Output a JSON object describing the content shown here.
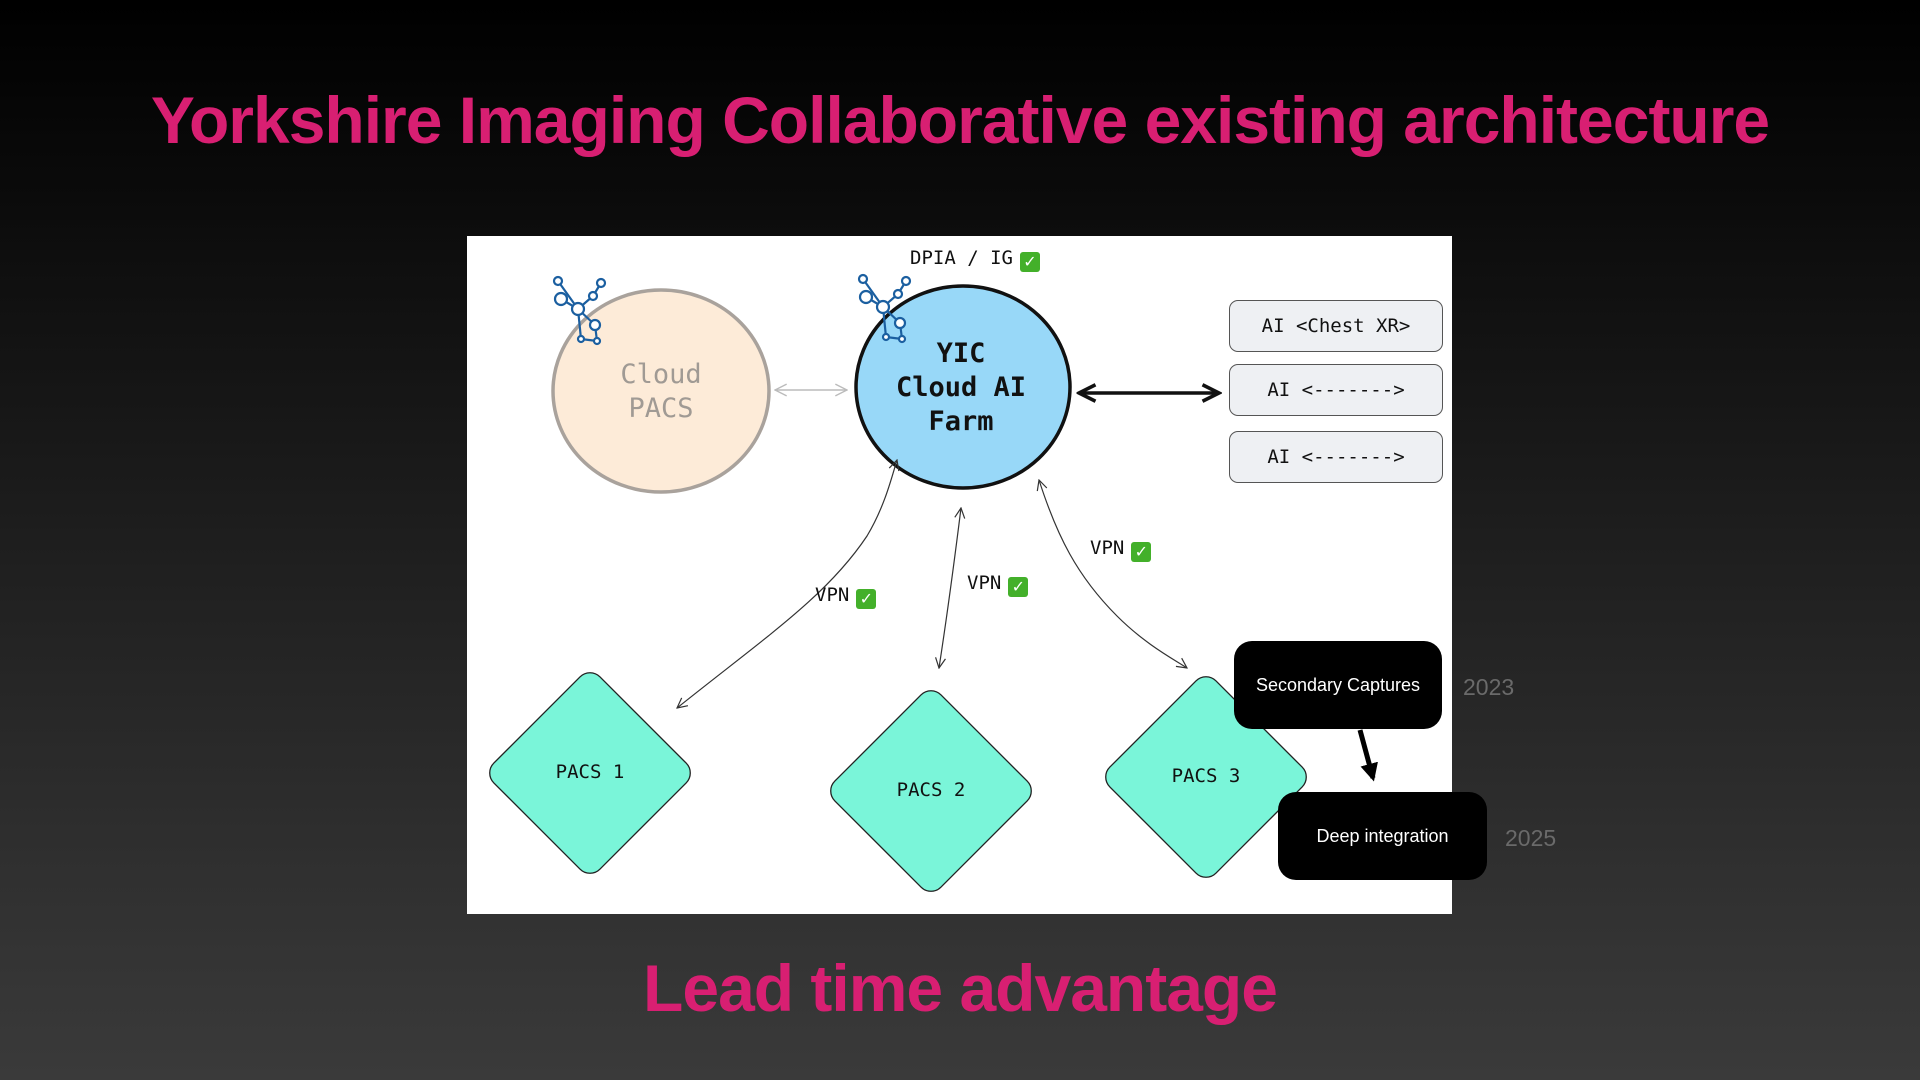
{
  "title": "Yorkshire Imaging Collaborative existing architecture",
  "subtitle": "Lead time advantage",
  "diagram": {
    "dpia_label": "DPIA / IG",
    "check_glyph": "✓",
    "cloud_pacs": {
      "line1": "Cloud",
      "line2": "PACS"
    },
    "ai_farm": {
      "line1": "YIC",
      "line2": "Cloud AI",
      "line3": "Farm"
    },
    "ai_models": [
      "AI <Chest XR>",
      "AI <------->",
      "AI <------->"
    ],
    "vpn_labels": [
      "VPN",
      "VPN",
      "VPN"
    ],
    "pacs_nodes": [
      "PACS 1",
      "PACS 2",
      "PACS 3"
    ],
    "secondary_captures": "Secondary Captures",
    "deep_integration": "Deep integration",
    "year_secondary": "2023",
    "year_deep": "2025"
  },
  "colors": {
    "title": "#d81f72",
    "cloud_pacs_fill": "#fdebd8",
    "ai_farm_fill": "#98d8f8",
    "pacs_fill": "#7af5d9",
    "network_icon": "#1b5fa0"
  },
  "icons": [
    "network-icon"
  ]
}
